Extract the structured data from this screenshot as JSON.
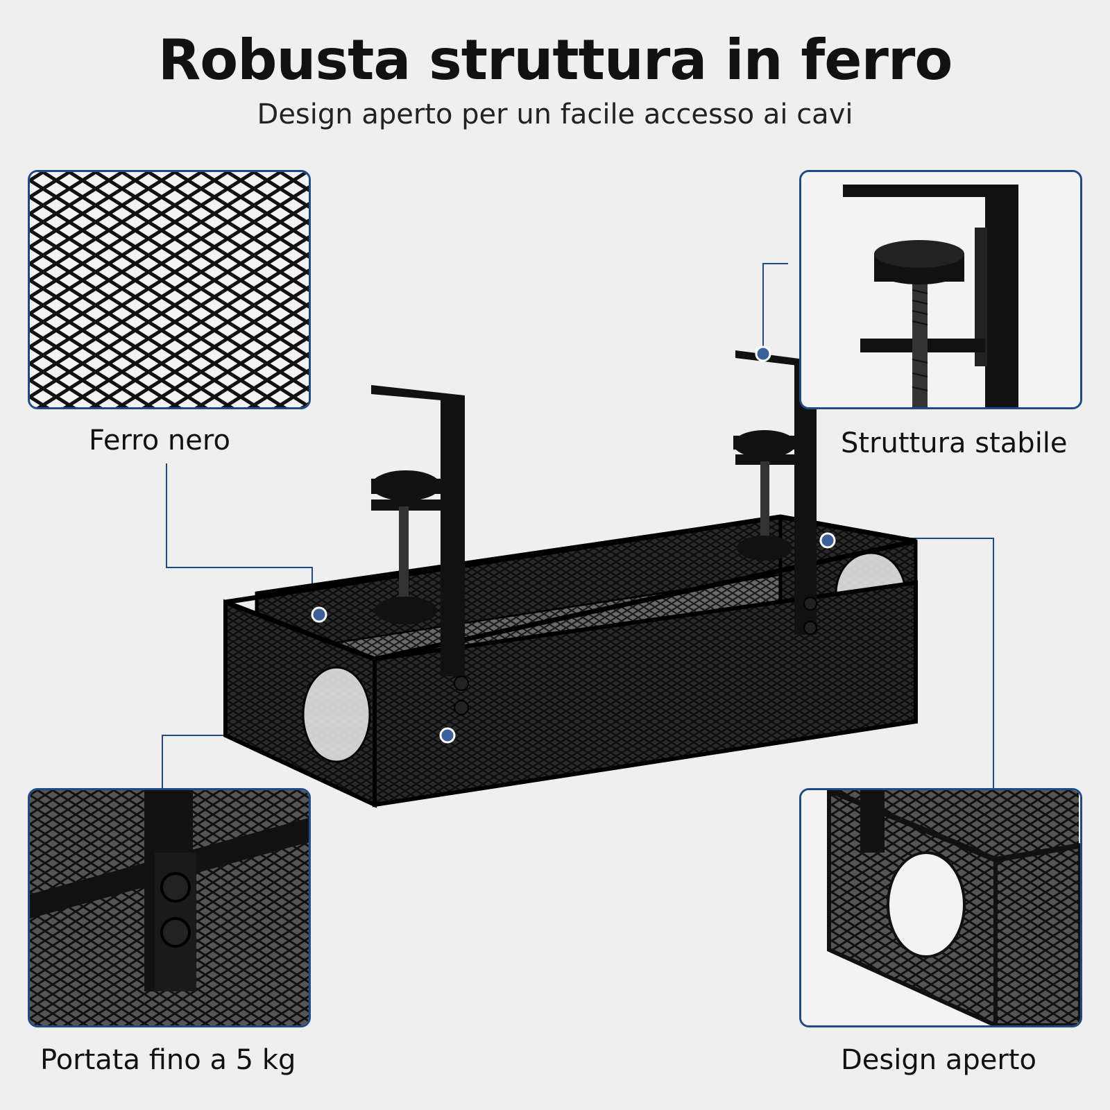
{
  "header": {
    "title": "Robusta struttura in ferro",
    "subtitle": "Design aperto per un facile accesso ai cavi"
  },
  "features": [
    {
      "label": "Ferro nero"
    },
    {
      "label": "Struttura stabile"
    },
    {
      "label": "Portata fino a 5 kg"
    },
    {
      "label": "Design aperto"
    }
  ],
  "colors": {
    "accent": "#1f4a8a",
    "background": "#efefef",
    "product": "#111111"
  }
}
